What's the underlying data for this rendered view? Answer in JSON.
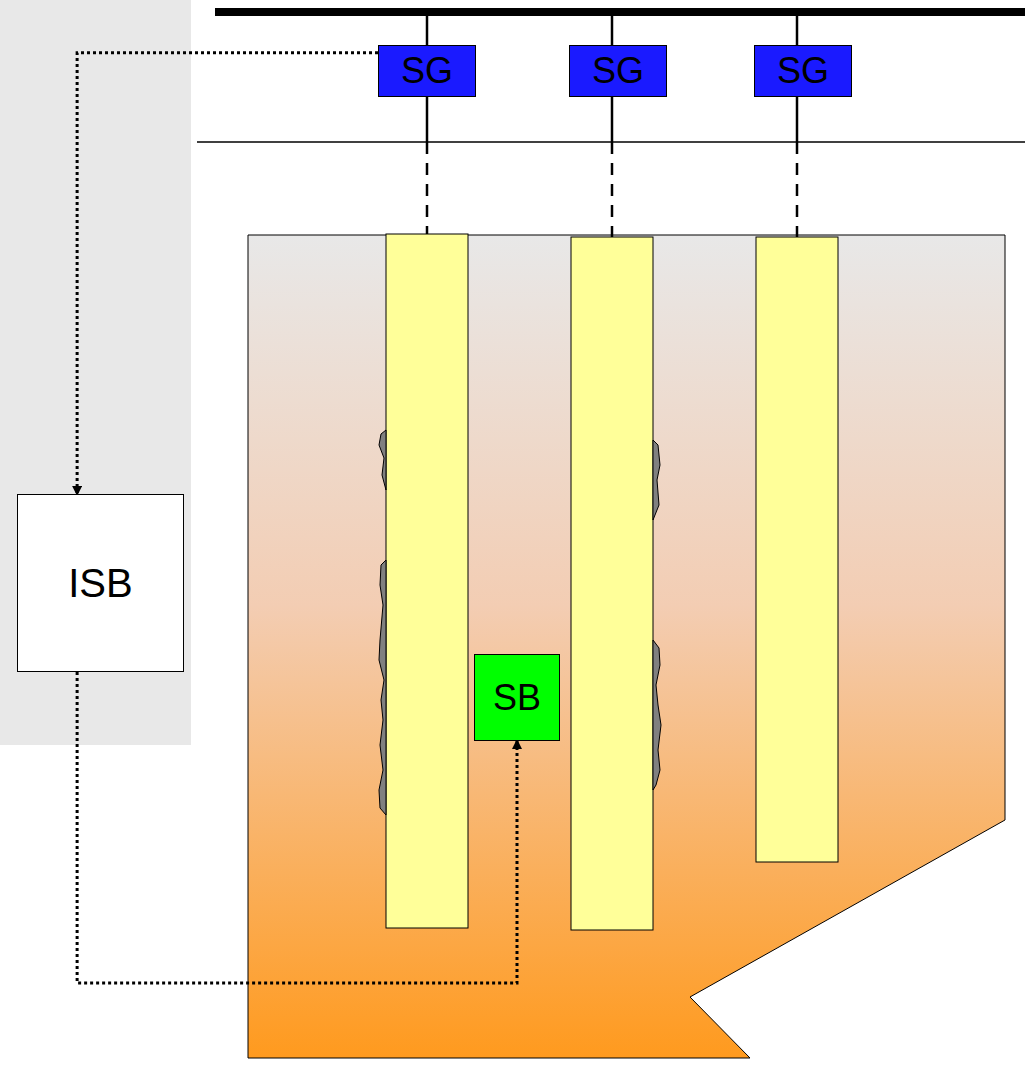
{
  "diagram": {
    "nodes": [
      {
        "text": [
          "SG"
        ]
      },
      {
        "text": [
          "SG"
        ]
      },
      {
        "text": [
          "SG"
        ]
      },
      {
        "text": [
          "ISB"
        ]
      },
      {
        "text": [
          "SB"
        ]
      }
    ],
    "edges": [
      {
        "from": 0,
        "to": 3,
        "arrow": "to"
      },
      {
        "from": 3,
        "to": 4,
        "arrow": "to"
      }
    ]
  }
}
